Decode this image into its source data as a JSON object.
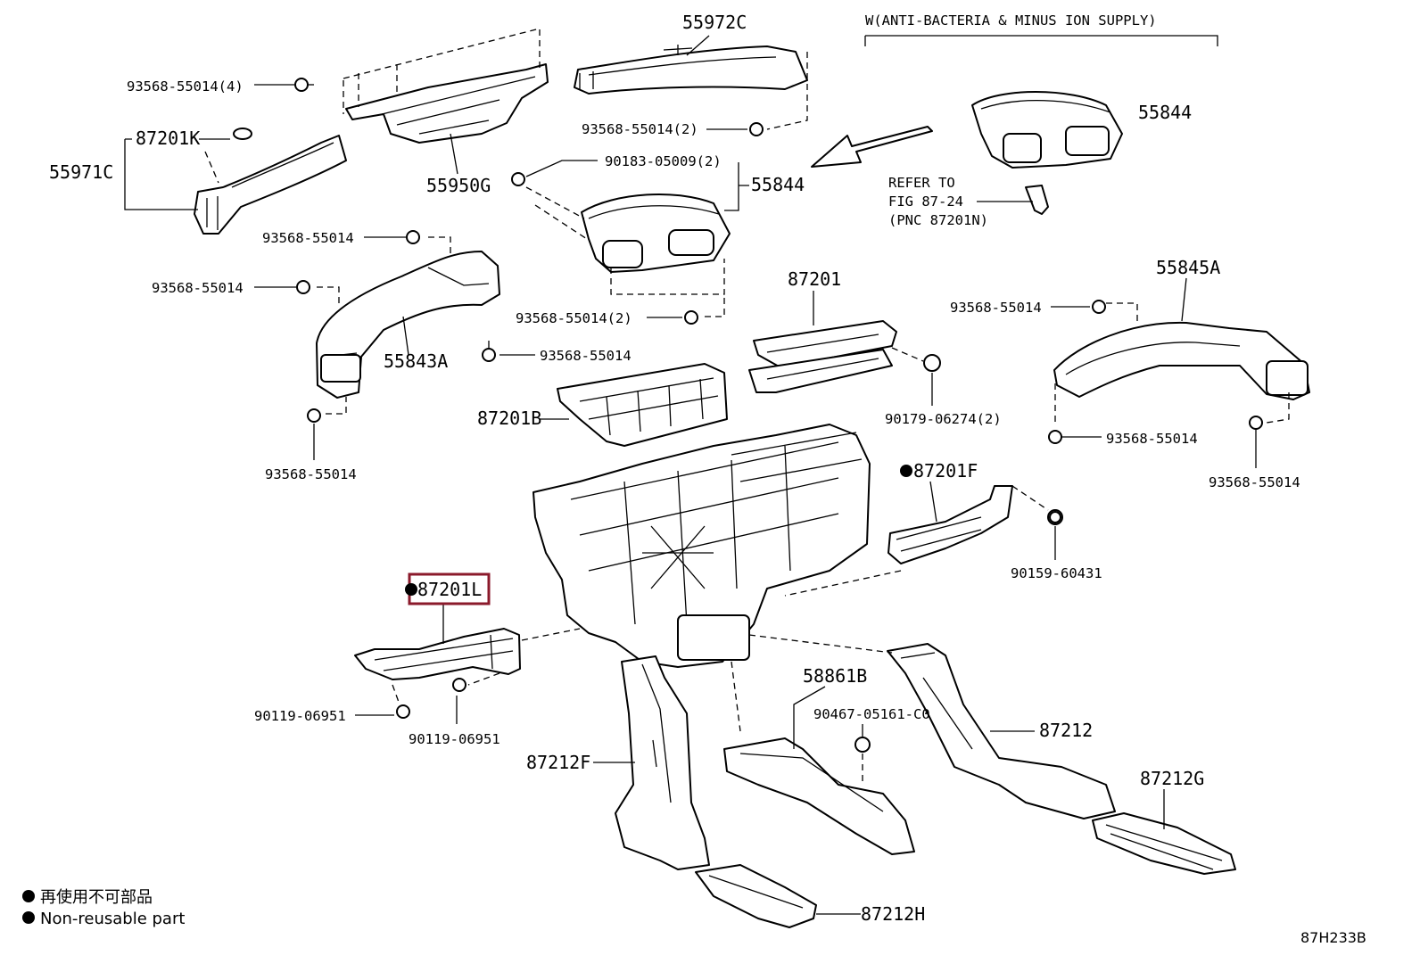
{
  "diagram": {
    "figure_code": "87H233B",
    "note_header": "W(ANTI-BACTERIA & MINUS ION SUPPLY)",
    "refer_note": [
      "REFER TO",
      "FIG 87-24",
      "(PNC 87201N)"
    ],
    "highlight_color": "#8b1a2b",
    "labels": {
      "p55972C": "55972C",
      "p93568_55014_4": "93568-55014(4)",
      "p87201K": "87201K",
      "p55971C": "55971C",
      "p55950G": "55950G",
      "p93568_55014_2a": "93568-55014(2)",
      "p90183_05009_2": "90183-05009(2)",
      "p55844a": "55844",
      "p55844b": "55844",
      "p93568_55014_a": "93568-55014",
      "p93568_55014_b": "93568-55014",
      "p55843A": "55843A",
      "p93568_55014_c": "93568-55014",
      "p93568_55014_2b": "93568-55014(2)",
      "p87201": "87201",
      "p93568_55014_d": "93568-55014",
      "p55845A": "55845A",
      "p87201B": "87201B",
      "p90179_06274_2": "90179-06274(2)",
      "p93568_55014_e": "93568-55014",
      "p93568_55014_f": "93568-55014",
      "p93568_55014_g": "93568-55014",
      "p87201F": "87201F",
      "p90159_60431": "90159-60431",
      "p87201L": "87201L",
      "p58861B": "58861B",
      "p90467_05161_C0": "90467-05161-C0",
      "p87212": "87212",
      "p90119_06951_a": "90119-06951",
      "p90119_06951_b": "90119-06951",
      "p87212F": "87212F",
      "p87212G": "87212G",
      "p87212H": "87212H"
    },
    "legend": [
      "再使用不可部品",
      "Non-reusable part"
    ]
  }
}
